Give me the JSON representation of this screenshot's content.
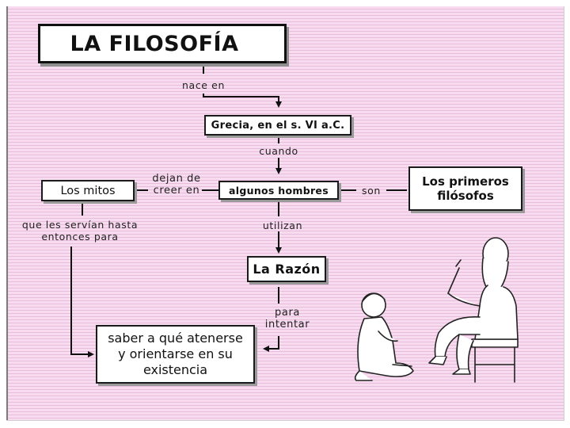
{
  "diagram": {
    "title": "LA FILOSOFÍA",
    "nodes": {
      "grecia": "Grecia, en el s. VI a.C.",
      "mitos": "Los mitos",
      "hombres": "algunos hombres",
      "filosofos": "Los primeros filósofos",
      "razon": "La Razón",
      "saber": "saber a qué atenerse y orientarse en su existencia"
    },
    "labels": {
      "nace_en": "nace en",
      "cuando": "cuando",
      "dejan_de_creer_en": "dejan de creer en",
      "son": "son",
      "utilizan": "utilizan",
      "para_intentar": "para intentar",
      "que_les_servian": "que les servían hasta entonces para"
    }
  },
  "illustration": {
    "subject": "Greek philosopher seated on a stool teaching a young pupil"
  }
}
